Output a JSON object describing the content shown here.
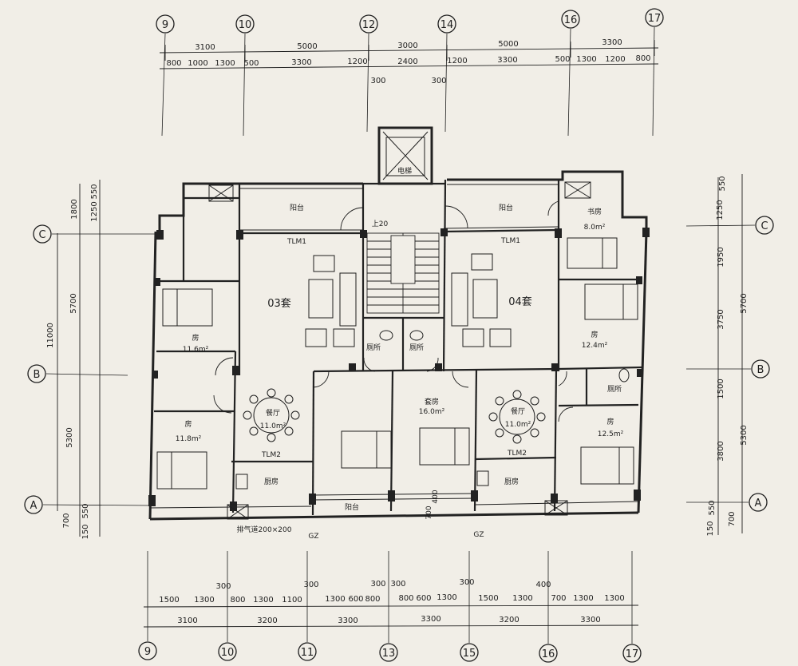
{
  "colors": {
    "paper": "#f1eee7",
    "ink": "#1e1e1e",
    "wall": "#222222"
  },
  "axes": {
    "top": [
      "9",
      "10",
      "12",
      "14",
      "16",
      "17"
    ],
    "bottom": [
      "9",
      "10",
      "11",
      "13",
      "15",
      "16",
      "17"
    ],
    "left": [
      "C",
      "B",
      "A"
    ],
    "right": [
      "C",
      "B",
      "A"
    ]
  },
  "dims": {
    "top_outer": [
      "3100",
      "5000",
      "3000",
      "5000",
      "3300"
    ],
    "top_inner": [
      "800",
      "1000",
      "1300",
      "500",
      "3300",
      "1200",
      "2400",
      "1200",
      "3300",
      "500",
      "1300",
      "1200",
      "800"
    ],
    "top_small": [
      "300",
      "300"
    ],
    "bottom_outer": [
      "3100",
      "3200",
      "3300",
      "3300",
      "3200",
      "3300"
    ],
    "bottom_inner": [
      "1500",
      "1300",
      "800",
      "1300",
      "1100",
      "1300",
      "600",
      "800",
      "800",
      "600",
      "1300",
      "1500",
      "1300",
      "700",
      "1300",
      "1300"
    ],
    "bottom_small": [
      "300",
      "300",
      "300",
      "300",
      "300",
      "400"
    ],
    "left_outer": [
      "1800",
      "11000"
    ],
    "left_mid": [
      "1250",
      "5700",
      "5300"
    ],
    "left_small": [
      "550",
      "550",
      "700",
      "150"
    ],
    "right_mid": [
      "1950",
      "3750",
      "1500",
      "3800"
    ],
    "right_outer": [
      "1250",
      "5700",
      "5300"
    ],
    "right_small": [
      "550",
      "550",
      "700",
      "150"
    ]
  },
  "labels": {
    "elevator": "电梯",
    "stair_up": "上20",
    "unit_03": "03套",
    "unit_04": "04套",
    "balcony": "阳台",
    "tlm1": "TLM1",
    "tlm2": "TLM2",
    "bedroom": "房",
    "study": "书房",
    "study_area": "8.0m²",
    "bath": "厕所",
    "kitchen": "厨房",
    "dining": "餐厅",
    "dining_area": "11.0m²",
    "master": "套房",
    "master_area": "16.0m²",
    "area_116": "11.6m²",
    "area_118": "11.8m²",
    "area_124": "12.4m²",
    "area_125": "12.5m²",
    "gz": "GZ",
    "flue": "排气道200×200",
    "note_700": "700",
    "note_400": "400"
  }
}
